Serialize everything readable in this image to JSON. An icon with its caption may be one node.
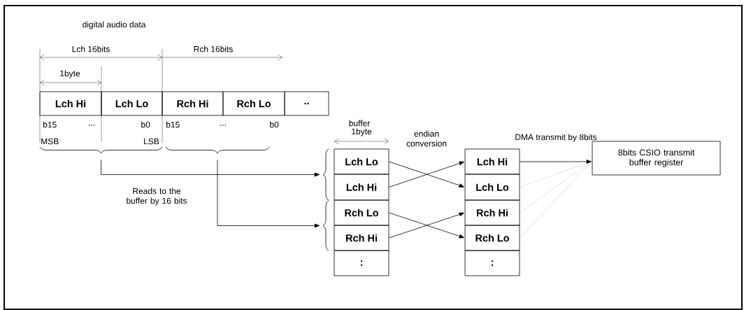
{
  "diagram": {
    "nodes": [
      {
        "text": [
          "Lch Hi"
        ]
      },
      {
        "text": [
          "Lch Lo"
        ]
      },
      {
        "text": [
          "Rch Hi"
        ]
      },
      {
        "text": [
          "Rch Lo"
        ]
      },
      {
        "text": [
          ".."
        ]
      },
      {
        "text": [
          "Lch Lo"
        ]
      },
      {
        "text": [
          "Lch Hi"
        ]
      },
      {
        "text": [
          "Rch Lo"
        ]
      },
      {
        "text": [
          "Rch Hi"
        ]
      },
      {
        "text": [
          ":"
        ]
      },
      {
        "text": [
          "Lch Hi"
        ]
      },
      {
        "text": [
          "Lch Lo"
        ]
      },
      {
        "text": [
          "Rch Hi"
        ]
      },
      {
        "text": [
          "Rch Lo"
        ]
      },
      {
        "text": [
          ":"
        ]
      },
      {
        "text": [
          "8bits CSIO transmit buffer register"
        ]
      },
      {
        "text": [],
        "shape": "brace"
      },
      {
        "text": [],
        "shape": "brace"
      },
      {
        "text": [],
        "shape": "brace"
      },
      {
        "text": [],
        "shape": "brace"
      }
    ],
    "edges": [
      {
        "from": 16,
        "to": 18,
        "arrow": "to"
      },
      {
        "from": 17,
        "to": 19,
        "arrow": "to"
      },
      {
        "from": 5,
        "to": 11,
        "arrow": "to"
      },
      {
        "from": 6,
        "to": 10,
        "arrow": "to"
      },
      {
        "from": 7,
        "to": 13,
        "arrow": "to"
      },
      {
        "from": 8,
        "to": 12,
        "arrow": "to"
      },
      {
        "from": 10,
        "to": 15,
        "arrow": "to",
        "label": "DMA transmit by 8bits"
      },
      {
        "from": 11,
        "to": 15,
        "arrow": "none",
        "style": "dashed"
      },
      {
        "from": 12,
        "to": 15,
        "arrow": "none",
        "style": "dashed"
      },
      {
        "from": 13,
        "to": 15,
        "arrow": "none",
        "style": "dashed"
      }
    ],
    "labels": [
      "digital audio data",
      "Lch 16bits",
      "Rch 16bits",
      "1byte",
      "b15",
      "...",
      "b0",
      "b15",
      "...",
      "b0",
      "MSB",
      "LSB",
      "Reads to the buffer by 16 bits",
      "buffer",
      "1byte",
      "endian conversion"
    ]
  }
}
